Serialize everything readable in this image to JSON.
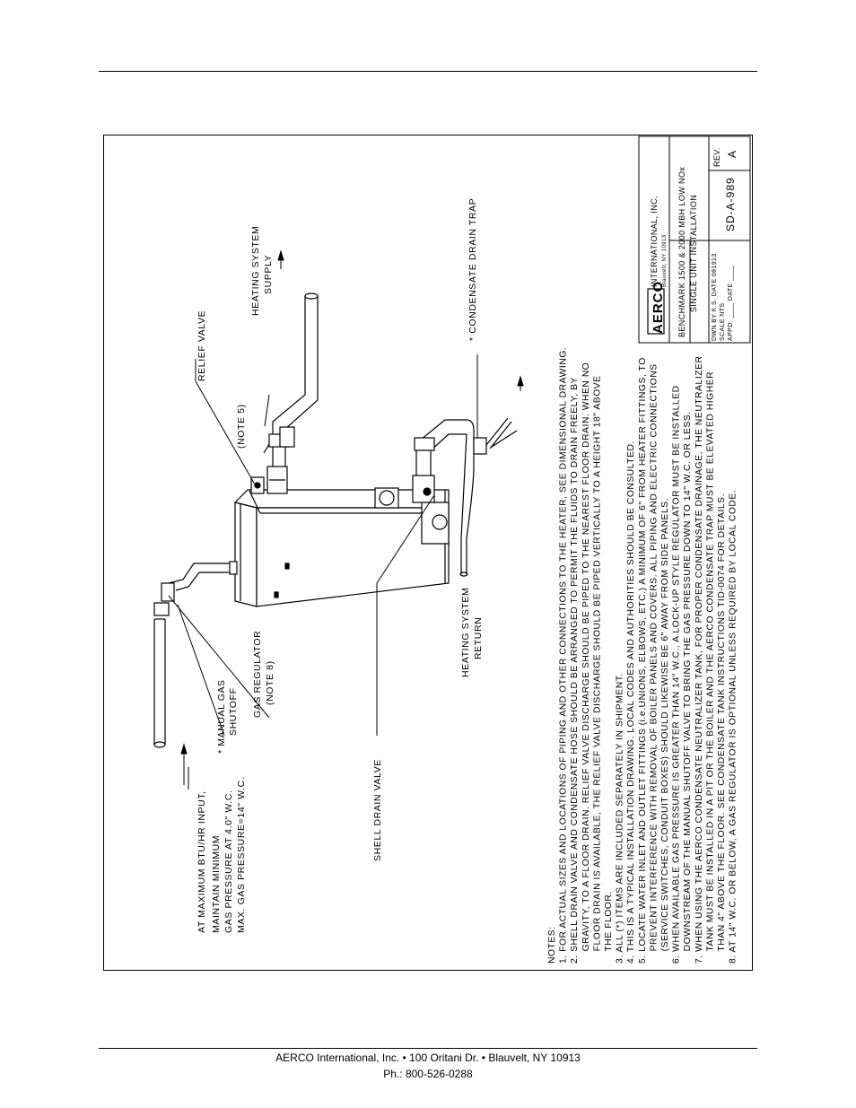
{
  "footer": {
    "line1": "AERCO International, Inc. • 100 Oritani Dr. • Blauvelt, NY 10913",
    "line2": "Ph.: 800-526-0288"
  },
  "drawing": {
    "labels": {
      "gas_input_1": "AT MAXIMUM BTU/HR INPUT,",
      "gas_input_2": "MAINTAIN MINIMUM",
      "gas_input_3": "GAS PRESSURE AT 4.0\" W.C.",
      "gas_input_4": "MAX. GAS PRESSURE=14\" W.C.",
      "manual_gas_1": "* MANUAL GAS",
      "manual_gas_2": "SHUTOFF",
      "gas_reg_1": "GAS REGULATOR",
      "gas_reg_2": "(NOTE 8)",
      "shell_drain": "SHELL DRAIN VALVE",
      "hs_return_1": "HEATING SYSTEM",
      "hs_return_2": "RETURN",
      "relief_valve": "RELIEF VALVE",
      "note5": "(NOTE 5)",
      "hs_supply_1": "HEATING SYSTEM",
      "hs_supply_2": "SUPPLY",
      "condensate_trap": "* CONDENSATE DRAIN TRAP"
    },
    "notes_title": "NOTES:",
    "notes": [
      "1. FOR ACTUAL SIZES AND LOCATIONS OF PIPING AND OTHER CONNECTIONS TO THE HEATER, SEE DIMENSIONAL DRAWING.",
      "2. SHELL DRAIN VALVE AND CONDENSATE HOSE SHOULD BE ARRANGED TO PERMIT THE FLUIDS TO DRAIN FREELY, BY",
      "    GRAVITY, TO A FLOOR DRAIN. RELIEF VALVE DISCHARGE SHOULD BE PIPED TO THE NEAREST FLOOR DRAIN. WHEN NO",
      "    FLOOR DRAIN IS AVAILABLE, THE RELIEF VALVE DISCHARGE SHOULD BE PIPED VERTICALLY TO A HEIGHT 18\" ABOVE",
      "    THE FLOOR.",
      "3. ALL (*) ITEMS ARE INCLUDED SEPARATELY IN SHIPMENT.",
      "4. THIS IS A TYPICAL INSTALLATION DRAWING. LOCAL CODES AND AUTHORITIES SHOULD BE CONSULTED.",
      "5. LOCATE WATER INLET AND OUTLET FITTINGS (i.e.UNIONS, ELBOWS, ETC.) A MINIMUM OF 6\" FROM HEATER FITTINGS, TO",
      "    PREVENT INTERFERENCE WITH REMOVAL OF BOILER PANELS AND COVERS. ALL PIPING AND ELECTRIC CONNECTIONS",
      "    (SERVICE SWITCHES, CONDUIT BOXES) SHOULD LIKEWISE BE 6\" AWAY FROM SIDE PANELS.",
      "6. WHEN AVAILABLE GAS PRESSURE IS GREATER THAN 14\" W.C., A LOCK-UP STYLE REGULATOR MUST BE INSTALLED",
      "    DOWNSTREAM OF THE MANUAL SHUTOFF VALVE TO BRING THE GAS PRESSURE DOWN TO 14\" W.C. OR LESS.",
      "7. WHEN USING THE AERCO CONDENSATE NEUTRALIZER TANK, FOR PROPER CONDENSATE DRAINAGE, THE NEUTRALIZER",
      "    TANK MUST BE INSTALLED IN A PIT OR THE BOILER AND THE AERCO CONDENSATE TRAP MUST BE ELEVATED HIGHER",
      "    THAN 4\" ABOVE THE FLOOR. SEE CONDENSATE TANK INSTRUCTIONS TID-0074 FOR DETAILS.",
      "8. AT 14\" W.C. OR BELOW, A GAS REGULATOR IS OPTIONAL UNLESS REQUIRED BY LOCAL CODE."
    ],
    "title_block": {
      "logo": "AERCO",
      "company": "INTERNATIONAL, INC.",
      "address": "Blauvelt, NY 10913",
      "title1": "BENCHMARK 1500 & 2000 MBH LOW NOx",
      "title2": "SINGLE UNIT INSTALLATION",
      "dwn": "DWN.BY  K.S.  DATE 081913",
      "scale": "SCALE  NTS",
      "appd": "APPD.  ____  DATE ____",
      "drawing_no": "SD-A-989",
      "rev_label": "REV.",
      "rev": "A"
    }
  }
}
